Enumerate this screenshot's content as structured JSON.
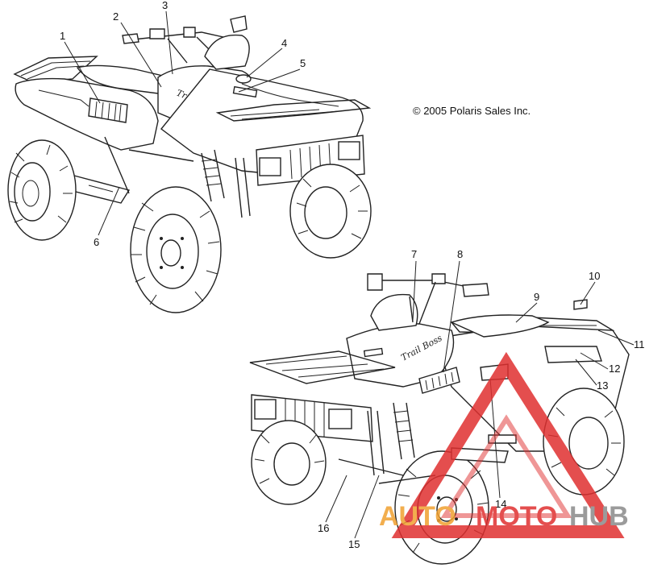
{
  "copyright": "© 2005 Polaris Sales Inc.",
  "decal_text": "Trail Boss",
  "callouts": [
    {
      "id": "1",
      "label": "1"
    },
    {
      "id": "2",
      "label": "2"
    },
    {
      "id": "3",
      "label": "3"
    },
    {
      "id": "4",
      "label": "4"
    },
    {
      "id": "5",
      "label": "5"
    },
    {
      "id": "6",
      "label": "6"
    },
    {
      "id": "7",
      "label": "7"
    },
    {
      "id": "8",
      "label": "8"
    },
    {
      "id": "9",
      "label": "9"
    },
    {
      "id": "10",
      "label": "10"
    },
    {
      "id": "11",
      "label": "11"
    },
    {
      "id": "12",
      "label": "12"
    },
    {
      "id": "13",
      "label": "13"
    },
    {
      "id": "14",
      "label": "14"
    },
    {
      "id": "15",
      "label": "15"
    },
    {
      "id": "16",
      "label": "16"
    }
  ],
  "watermark": {
    "part1": "AUTO",
    "part2": "MOTO",
    "part3": "HUB",
    "color_orange": "#f0a030",
    "color_red": "#e03030",
    "color_gray": "#8a8a8a"
  }
}
